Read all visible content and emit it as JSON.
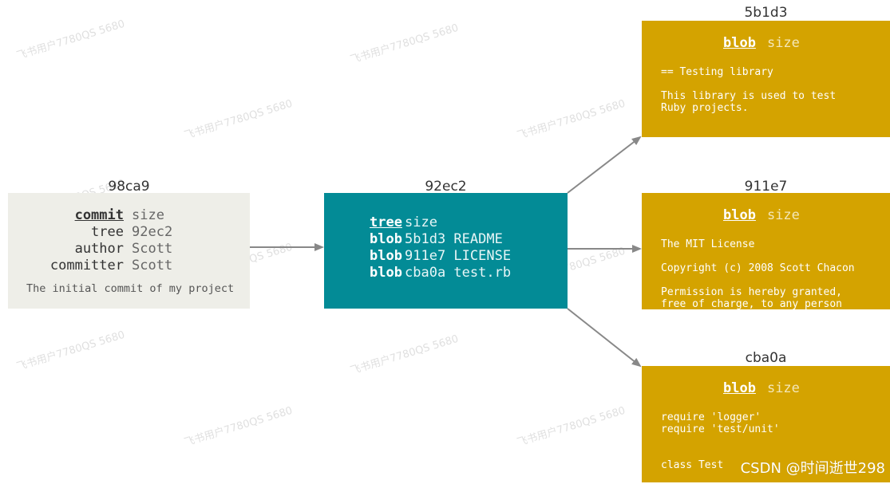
{
  "watermark_text": "飞书用户7780QS 5680",
  "footer_watermark": "CSDN @时间逝世298",
  "colors": {
    "commit_bg": "#eeeee8",
    "tree_bg": "#038b96",
    "blob_bg": "#d4a300",
    "arrow": "#888888"
  },
  "commit": {
    "id": "98ca9",
    "rows": [
      {
        "key": "commit",
        "value": "size"
      },
      {
        "key": "tree",
        "value": "92ec2"
      },
      {
        "key": "author",
        "value": "Scott"
      },
      {
        "key": "committer",
        "value": "Scott"
      }
    ],
    "message": "The initial commit of my project"
  },
  "tree": {
    "id": "92ec2",
    "rows": [
      {
        "type": "tree",
        "text": "size"
      },
      {
        "type": "blob",
        "text": "5b1d3 README"
      },
      {
        "type": "blob",
        "text": "911e7 LICENSE"
      },
      {
        "type": "blob",
        "text": "cba0a test.rb"
      }
    ]
  },
  "blobs": [
    {
      "id": "5b1d3",
      "kind": "blob",
      "size": "size",
      "lines": [
        "== Testing library",
        "This library is used to test",
        "Ruby projects."
      ]
    },
    {
      "id": "911e7",
      "kind": "blob",
      "size": "size",
      "lines": [
        "The MIT License",
        "Copyright (c) 2008 Scott Chacon",
        "Permission is hereby granted,",
        "free of charge, to any person"
      ]
    },
    {
      "id": "cba0a",
      "kind": "blob",
      "size": "size",
      "lines": [
        "require 'logger'",
        "require 'test/unit'",
        "class Test"
      ]
    }
  ]
}
